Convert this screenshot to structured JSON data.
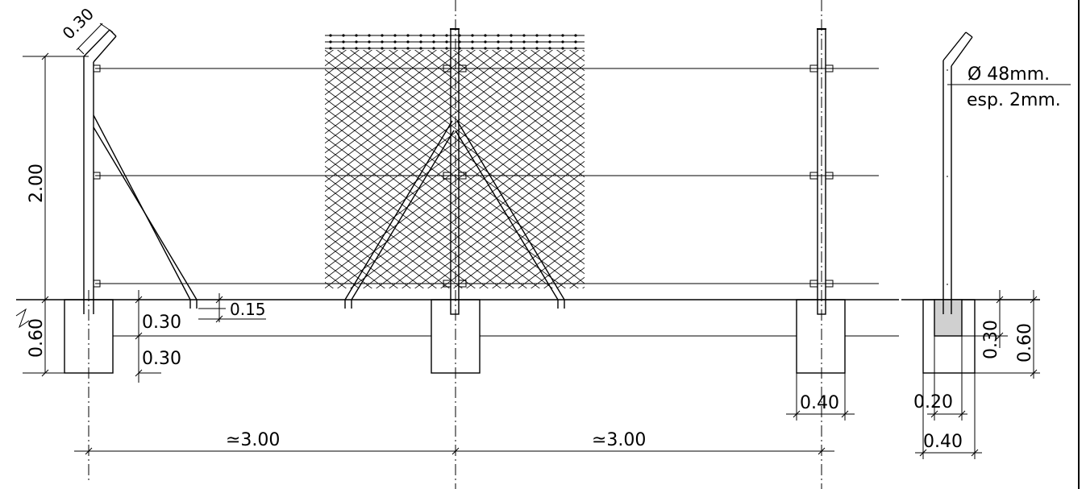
{
  "dimensions": {
    "arm": "0.30",
    "height": "2.00",
    "foundation_depth": "0.60",
    "strut_footing_1": "0.30",
    "strut_footing_2": "0.30",
    "strut_embed": "0.15",
    "footing_width": "0.40",
    "span_left": "≃3.00",
    "span_right": "≃3.00",
    "section_depth_1": "0.30",
    "section_depth_2": "0.60",
    "section_inner": "0.20",
    "section_width": "0.40"
  },
  "post_spec": {
    "diameter": "Ø 48mm.",
    "thickness": "esp. 2mm."
  },
  "colors": {
    "lines": "#000000",
    "concrete_fill": "#d0d0d0",
    "background": "#ffffff"
  }
}
